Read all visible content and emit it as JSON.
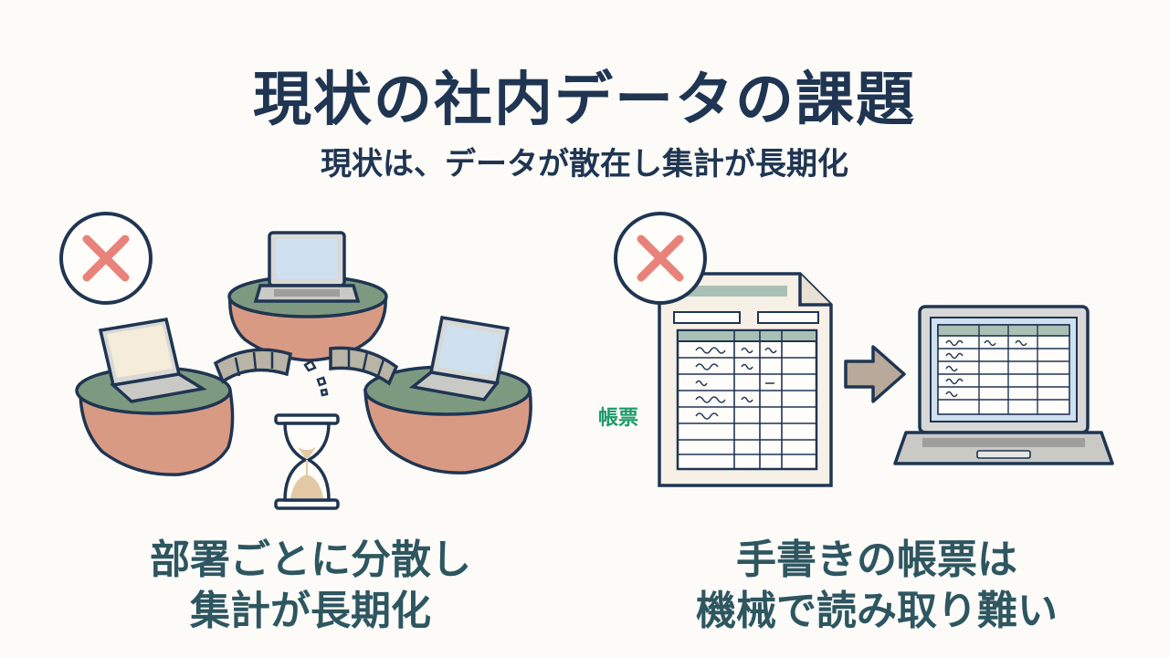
{
  "title": "現状の社内データの課題",
  "subtitle": "現状は、データが散在し集計が長期化",
  "left_panel": {
    "caption_line1": "部署ごとに分散し",
    "caption_line2": "集計が長期化",
    "status_icon": "x-mark-icon",
    "illustration": [
      "laptop-icon",
      "floating-island",
      "broken-bridge",
      "hourglass-icon"
    ]
  },
  "right_panel": {
    "document_label": "帳票",
    "caption_line1": "手書きの帳票は",
    "caption_line2": "機械で読み取り難い",
    "status_icon": "x-mark-icon",
    "illustration": [
      "paper-form-icon",
      "arrow-right-icon",
      "laptop-icon"
    ]
  },
  "colors": {
    "title": "#1f3552",
    "caption": "#2e5660",
    "x_mark": "#e8827a",
    "island_top": "#7d9a80",
    "island_rock": "#d99a84",
    "screen": "#cfe0ee",
    "label_green": "#1e9a68"
  }
}
